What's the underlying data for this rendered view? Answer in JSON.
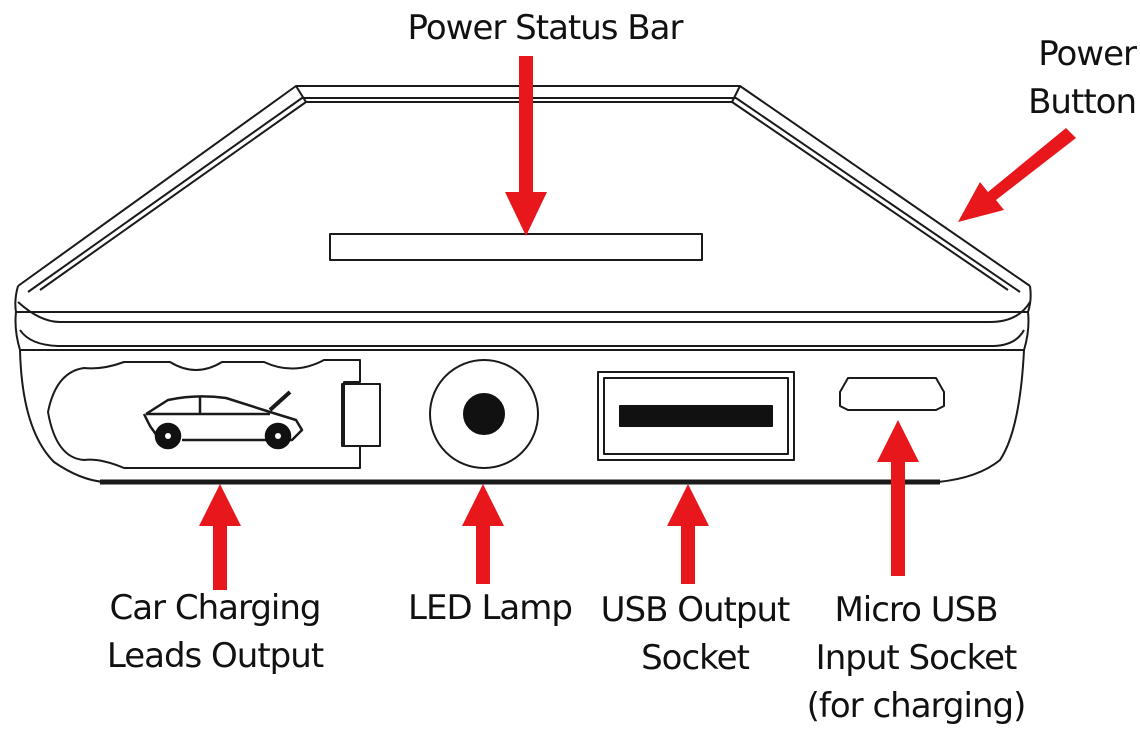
{
  "labels": {
    "power_status_bar": "Power Status Bar",
    "power_button": [
      "Power",
      "Button"
    ],
    "car_charging_leads_output": [
      "Car Charging",
      "Leads Output"
    ],
    "led_lamp": "LED Lamp",
    "usb_output_socket": [
      "USB Output",
      "Socket"
    ],
    "micro_usb_input_socket": [
      "Micro USB",
      "Input Socket",
      "(for charging)"
    ]
  },
  "colors": {
    "arrow": "#e8171c",
    "line": "#1a1a1a",
    "background": "#ffffff"
  }
}
